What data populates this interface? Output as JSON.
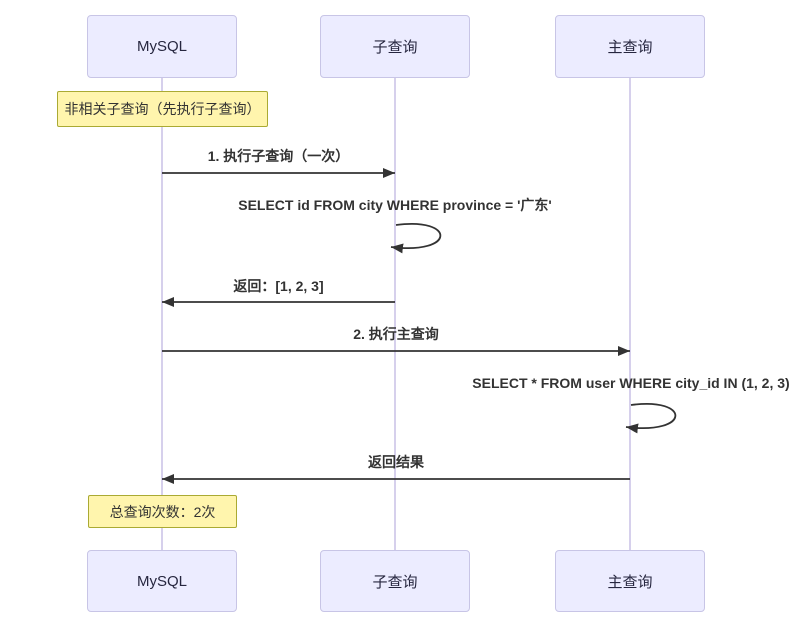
{
  "diagram_type": "sequence-diagram",
  "participants": [
    {
      "id": "mysql",
      "label": "MySQL"
    },
    {
      "id": "subquery",
      "label": "子查询"
    },
    {
      "id": "mainquery",
      "label": "主查询"
    }
  ],
  "notes": [
    {
      "text": "非相关子查询（先执行子查询）",
      "position": "over MySQL"
    },
    {
      "text": "总查询次数：2次",
      "position": "over MySQL"
    }
  ],
  "messages": [
    {
      "from": "MySQL",
      "to": "子查询",
      "label": "1. 执行子查询（一次）",
      "arrow": "solid-right"
    },
    {
      "from": "子查询",
      "to": "子查询",
      "label": "SELECT id FROM city WHERE province = '广东'",
      "arrow": "self-loop"
    },
    {
      "from": "子查询",
      "to": "MySQL",
      "label": "返回：[1, 2, 3]",
      "arrow": "solid-left"
    },
    {
      "from": "MySQL",
      "to": "主查询",
      "label": "2. 执行主查询",
      "arrow": "solid-right"
    },
    {
      "from": "主查询",
      "to": "主查询",
      "label": "SELECT * FROM user WHERE city_id IN (1, 2, 3)",
      "arrow": "self-loop"
    },
    {
      "from": "主查询",
      "to": "MySQL",
      "label": "返回结果",
      "arrow": "solid-left"
    }
  ],
  "colors": {
    "actor_fill": "#ECECFF",
    "actor_border": "#c8c5e6",
    "note_fill": "#FFF5AD",
    "note_border": "#AAAA33",
    "lifeline": "#d6d0ec",
    "arrow": "#333333",
    "actor_text": "#26263f",
    "message_text": "#333333",
    "background": "#FFFFFF"
  }
}
